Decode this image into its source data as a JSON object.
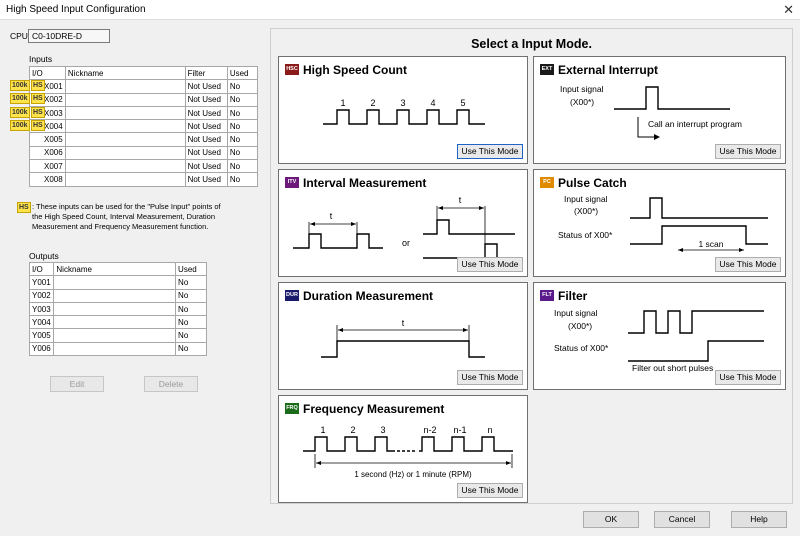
{
  "window": {
    "title": "High Speed Input Configuration",
    "close_glyph": "✕"
  },
  "cpu": {
    "label": "CPU",
    "value": "C0-10DRE-D"
  },
  "inputs": {
    "label": "Inputs",
    "columns": [
      "I/O",
      "Nickname",
      "Filter",
      "Used"
    ],
    "rows": [
      {
        "io": "X001",
        "nickname": "",
        "filter": "Not Used",
        "used": "No",
        "tag100k": "100k",
        "taghs": "HS"
      },
      {
        "io": "X002",
        "nickname": "",
        "filter": "Not Used",
        "used": "No",
        "tag100k": "100k",
        "taghs": "HS"
      },
      {
        "io": "X003",
        "nickname": "",
        "filter": "Not Used",
        "used": "No",
        "tag100k": "100k",
        "taghs": "HS"
      },
      {
        "io": "X004",
        "nickname": "",
        "filter": "Not Used",
        "used": "No",
        "tag100k": "100k",
        "taghs": "HS"
      },
      {
        "io": "X005",
        "nickname": "",
        "filter": "Not Used",
        "used": "No"
      },
      {
        "io": "X006",
        "nickname": "",
        "filter": "Not Used",
        "used": "No"
      },
      {
        "io": "X007",
        "nickname": "",
        "filter": "Not Used",
        "used": "No"
      },
      {
        "io": "X008",
        "nickname": "",
        "filter": "Not Used",
        "used": "No"
      }
    ]
  },
  "note": {
    "badge": "HS",
    "line1": ": These inputs can be used for the \"Pulse Input\" points of",
    "line2": "the High Speed Count, Interval Measurement, Duration",
    "line3": "Measurement and Frequency Measurement function."
  },
  "outputs": {
    "label": "Outputs",
    "columns": [
      "I/O",
      "Nickname",
      "Used"
    ],
    "rows": [
      {
        "io": "Y001",
        "nickname": "",
        "used": "No"
      },
      {
        "io": "Y002",
        "nickname": "",
        "used": "No"
      },
      {
        "io": "Y003",
        "nickname": "",
        "used": "No"
      },
      {
        "io": "Y004",
        "nickname": "",
        "used": "No"
      },
      {
        "io": "Y005",
        "nickname": "",
        "used": "No"
      },
      {
        "io": "Y006",
        "nickname": "",
        "used": "No"
      }
    ]
  },
  "buttons": {
    "edit": "Edit",
    "delete": "Delete",
    "ok": "OK",
    "cancel": "Cancel",
    "help": "Help"
  },
  "select_title": "Select a Input Mode.",
  "use_label": "Use This Mode",
  "modes": {
    "hsc": {
      "title": "High Speed Count",
      "icon": "HSC",
      "icon_color": "#8b1a1a",
      "pulses": [
        "1",
        "2",
        "3",
        "4",
        "5"
      ]
    },
    "ext": {
      "title": "External Interrupt",
      "icon": "EXT",
      "icon_color": "#1a1a1a",
      "signal1": "Input signal",
      "signal2": "(X00*)",
      "note": "Call an interrupt program"
    },
    "itv": {
      "title": "Interval Measurement",
      "icon": "ITV",
      "icon_color": "#6b1a7a",
      "t": "t",
      "t2": "t",
      "or": "or"
    },
    "pc": {
      "title": "Pulse Catch",
      "icon": "PC",
      "icon_color": "#e08a00",
      "signal1": "Input signal",
      "signal2": "(X00*)",
      "status": "Status of X00*",
      "scan": "1 scan"
    },
    "dur": {
      "title": "Duration Measurement",
      "icon": "DUR",
      "icon_color": "#1a1a6b",
      "t": "t"
    },
    "flt": {
      "title": "Filter",
      "icon": "FLT",
      "icon_color": "#5a1a8b",
      "signal1": "Input signal",
      "signal2": "(X00*)",
      "status": "Status of X00*",
      "note": "Filter out short pulses"
    },
    "frq": {
      "title": "Frequency Measurement",
      "icon": "FRQ",
      "icon_color": "#1a6b1a",
      "labels": [
        "1",
        "2",
        "3",
        "n-2",
        "n-1",
        "n"
      ],
      "caption": "1 second (Hz) or 1 minute (RPM)"
    }
  }
}
